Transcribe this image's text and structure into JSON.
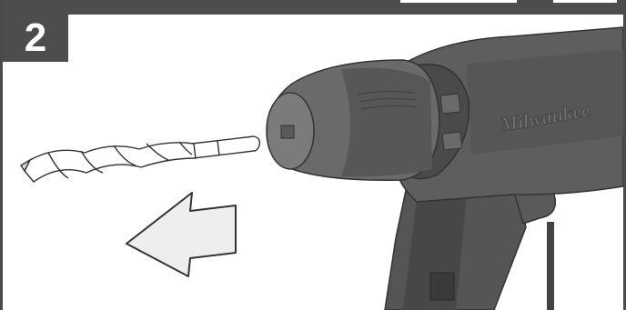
{
  "step": {
    "number": "2"
  },
  "illustration": {
    "brand_text": "Milwaukee",
    "direction": "left"
  },
  "colors": {
    "frame": "#4d4d4d",
    "tool_body": "#5c5c5c",
    "tool_dark": "#3e3e3e",
    "tool_light": "#7a7a7a",
    "bit": "#ffffff",
    "arrow_fill": "#eeeeee",
    "outline": "#333333"
  }
}
